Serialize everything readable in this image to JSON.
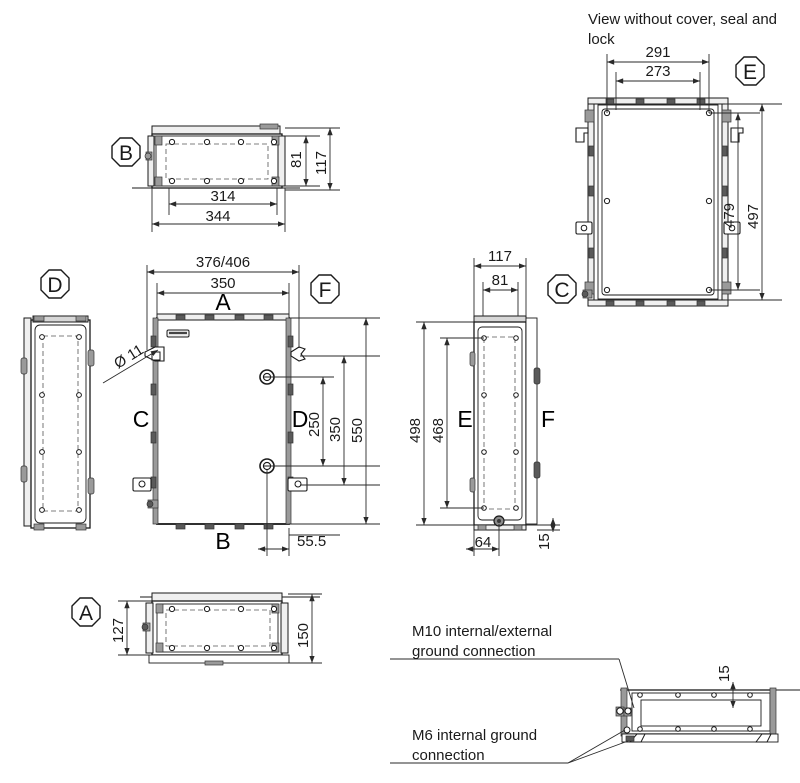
{
  "drawing": {
    "title_note": "View without cover, seal and lock",
    "note_m10": "M10 internal/external",
    "note_m10_line2": "ground connection",
    "note_m6": "M6 internal ground",
    "note_m6_line2": "connection",
    "hole_callout": "Ø 11",
    "line_color": "#1a1a1a",
    "background": "#ffffff"
  },
  "view_markers": {
    "a": "A",
    "b": "B",
    "c": "C",
    "d": "D",
    "e": "E",
    "f": "F"
  },
  "face_labels": {
    "front_top": "A",
    "front_bottom": "B",
    "front_left": "C",
    "front_right": "D",
    "side_left": "E",
    "side_right": "F"
  },
  "views": {
    "top_b": {
      "marker": "B",
      "dims": [
        {
          "name": "width_outer",
          "value": "344"
        },
        {
          "name": "width_inner",
          "value": "314"
        },
        {
          "name": "depth_outer",
          "value": "117"
        },
        {
          "name": "depth_inner",
          "value": "81"
        }
      ]
    },
    "front": {
      "dims": [
        {
          "name": "width_with_brackets",
          "value": "376/406"
        },
        {
          "name": "width_body",
          "value": "350"
        },
        {
          "name": "height_body",
          "value": "550"
        },
        {
          "name": "lock_spacing_outer",
          "value": "350"
        },
        {
          "name": "lock_spacing_inner",
          "value": "250"
        },
        {
          "name": "lock_offset",
          "value": "55.5"
        }
      ],
      "hole_callout": "Ø 11",
      "labels": {
        "top": "A",
        "bottom": "B",
        "left": "C",
        "right": "D"
      },
      "marker_right": "F",
      "marker_left": "D"
    },
    "side_c": {
      "marker": "C",
      "dims": [
        {
          "name": "depth_outer",
          "value": "117"
        },
        {
          "name": "depth_inner",
          "value": "81"
        },
        {
          "name": "height_outer",
          "value": "498"
        },
        {
          "name": "height_inner",
          "value": "468"
        },
        {
          "name": "ground_offset",
          "value": "64"
        },
        {
          "name": "foot_height",
          "value": "15"
        }
      ],
      "labels": {
        "left": "E",
        "right": "F"
      }
    },
    "no_cover_e": {
      "marker": "E",
      "note": "View without cover, seal and lock",
      "dims": [
        {
          "name": "width_outer",
          "value": "291"
        },
        {
          "name": "width_inner",
          "value": "273"
        },
        {
          "name": "height_outer",
          "value": "497"
        },
        {
          "name": "height_inner",
          "value": "479"
        }
      ]
    },
    "bottom_a": {
      "marker": "A",
      "dims": [
        {
          "name": "depth_inner",
          "value": "127"
        },
        {
          "name": "depth_outer",
          "value": "150"
        }
      ]
    },
    "ground_detail": {
      "dims": [
        {
          "name": "foot_height",
          "value": "15"
        }
      ],
      "annotations": [
        {
          "name": "m10",
          "line1": "M10 internal/external",
          "line2": "ground connection"
        },
        {
          "name": "m6",
          "line1": "M6 internal ground",
          "line2": "connection"
        }
      ]
    }
  }
}
